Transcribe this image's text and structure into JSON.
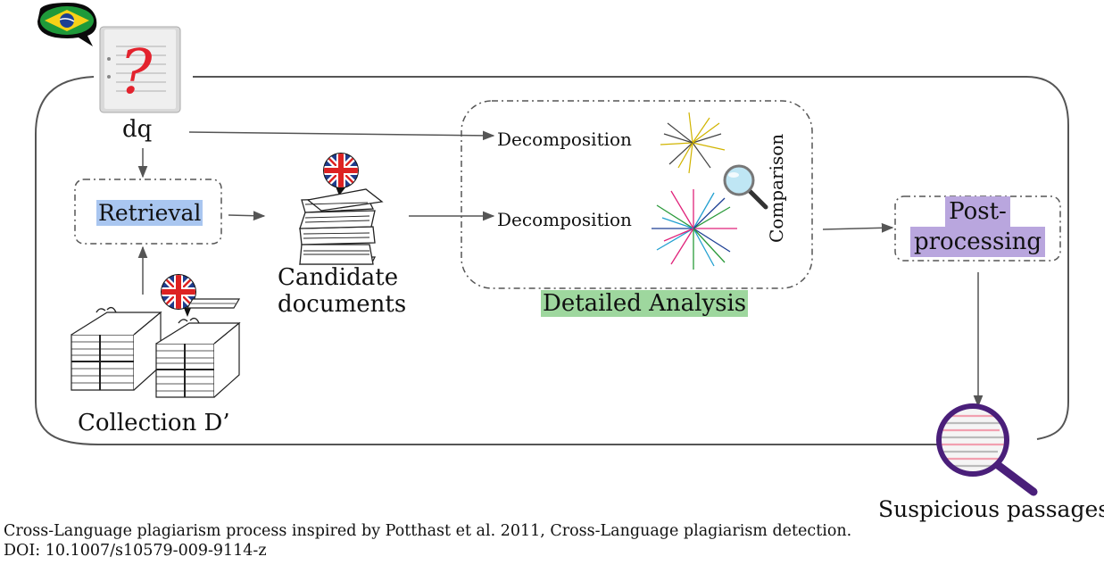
{
  "diagram": {
    "query_label": "dq",
    "retrieval_label": "Retrieval",
    "collection_label": "Collection D’",
    "candidate_label_line1": "Candidate",
    "candidate_label_line2": "documents",
    "decomposition_top": "Decomposition",
    "decomposition_bottom": "Decomposition",
    "comparison_label": "Comparison",
    "detailed_analysis_label": "Detailed Analysis",
    "postprocessing_line1": "Post-",
    "postprocessing_line2": "processing",
    "suspicious_label": "Suspicious passages"
  },
  "caption": {
    "line1": "Cross-Language plagiarism process inspired by Potthast et al. 2011, Cross-Language plagiarism detection.",
    "line2": "DOI: 10.1007/s10579-009-9114-z"
  },
  "colors": {
    "retrieval_highlight": "#a9c6f0",
    "analysis_highlight": "#9ed79e",
    "postprocessing_highlight": "#b9a6de",
    "brazil_green": "#1f9a3a",
    "brazil_yellow": "#f7d117",
    "brazil_blue": "#1c3f94",
    "magnifier_purple": "#4a1f7a"
  },
  "icons": [
    "brazil-flag-icon",
    "question-document-icon",
    "uk-flag-icon",
    "paper-stack-icon",
    "star-vectors-icon",
    "magnifier-icon"
  ]
}
